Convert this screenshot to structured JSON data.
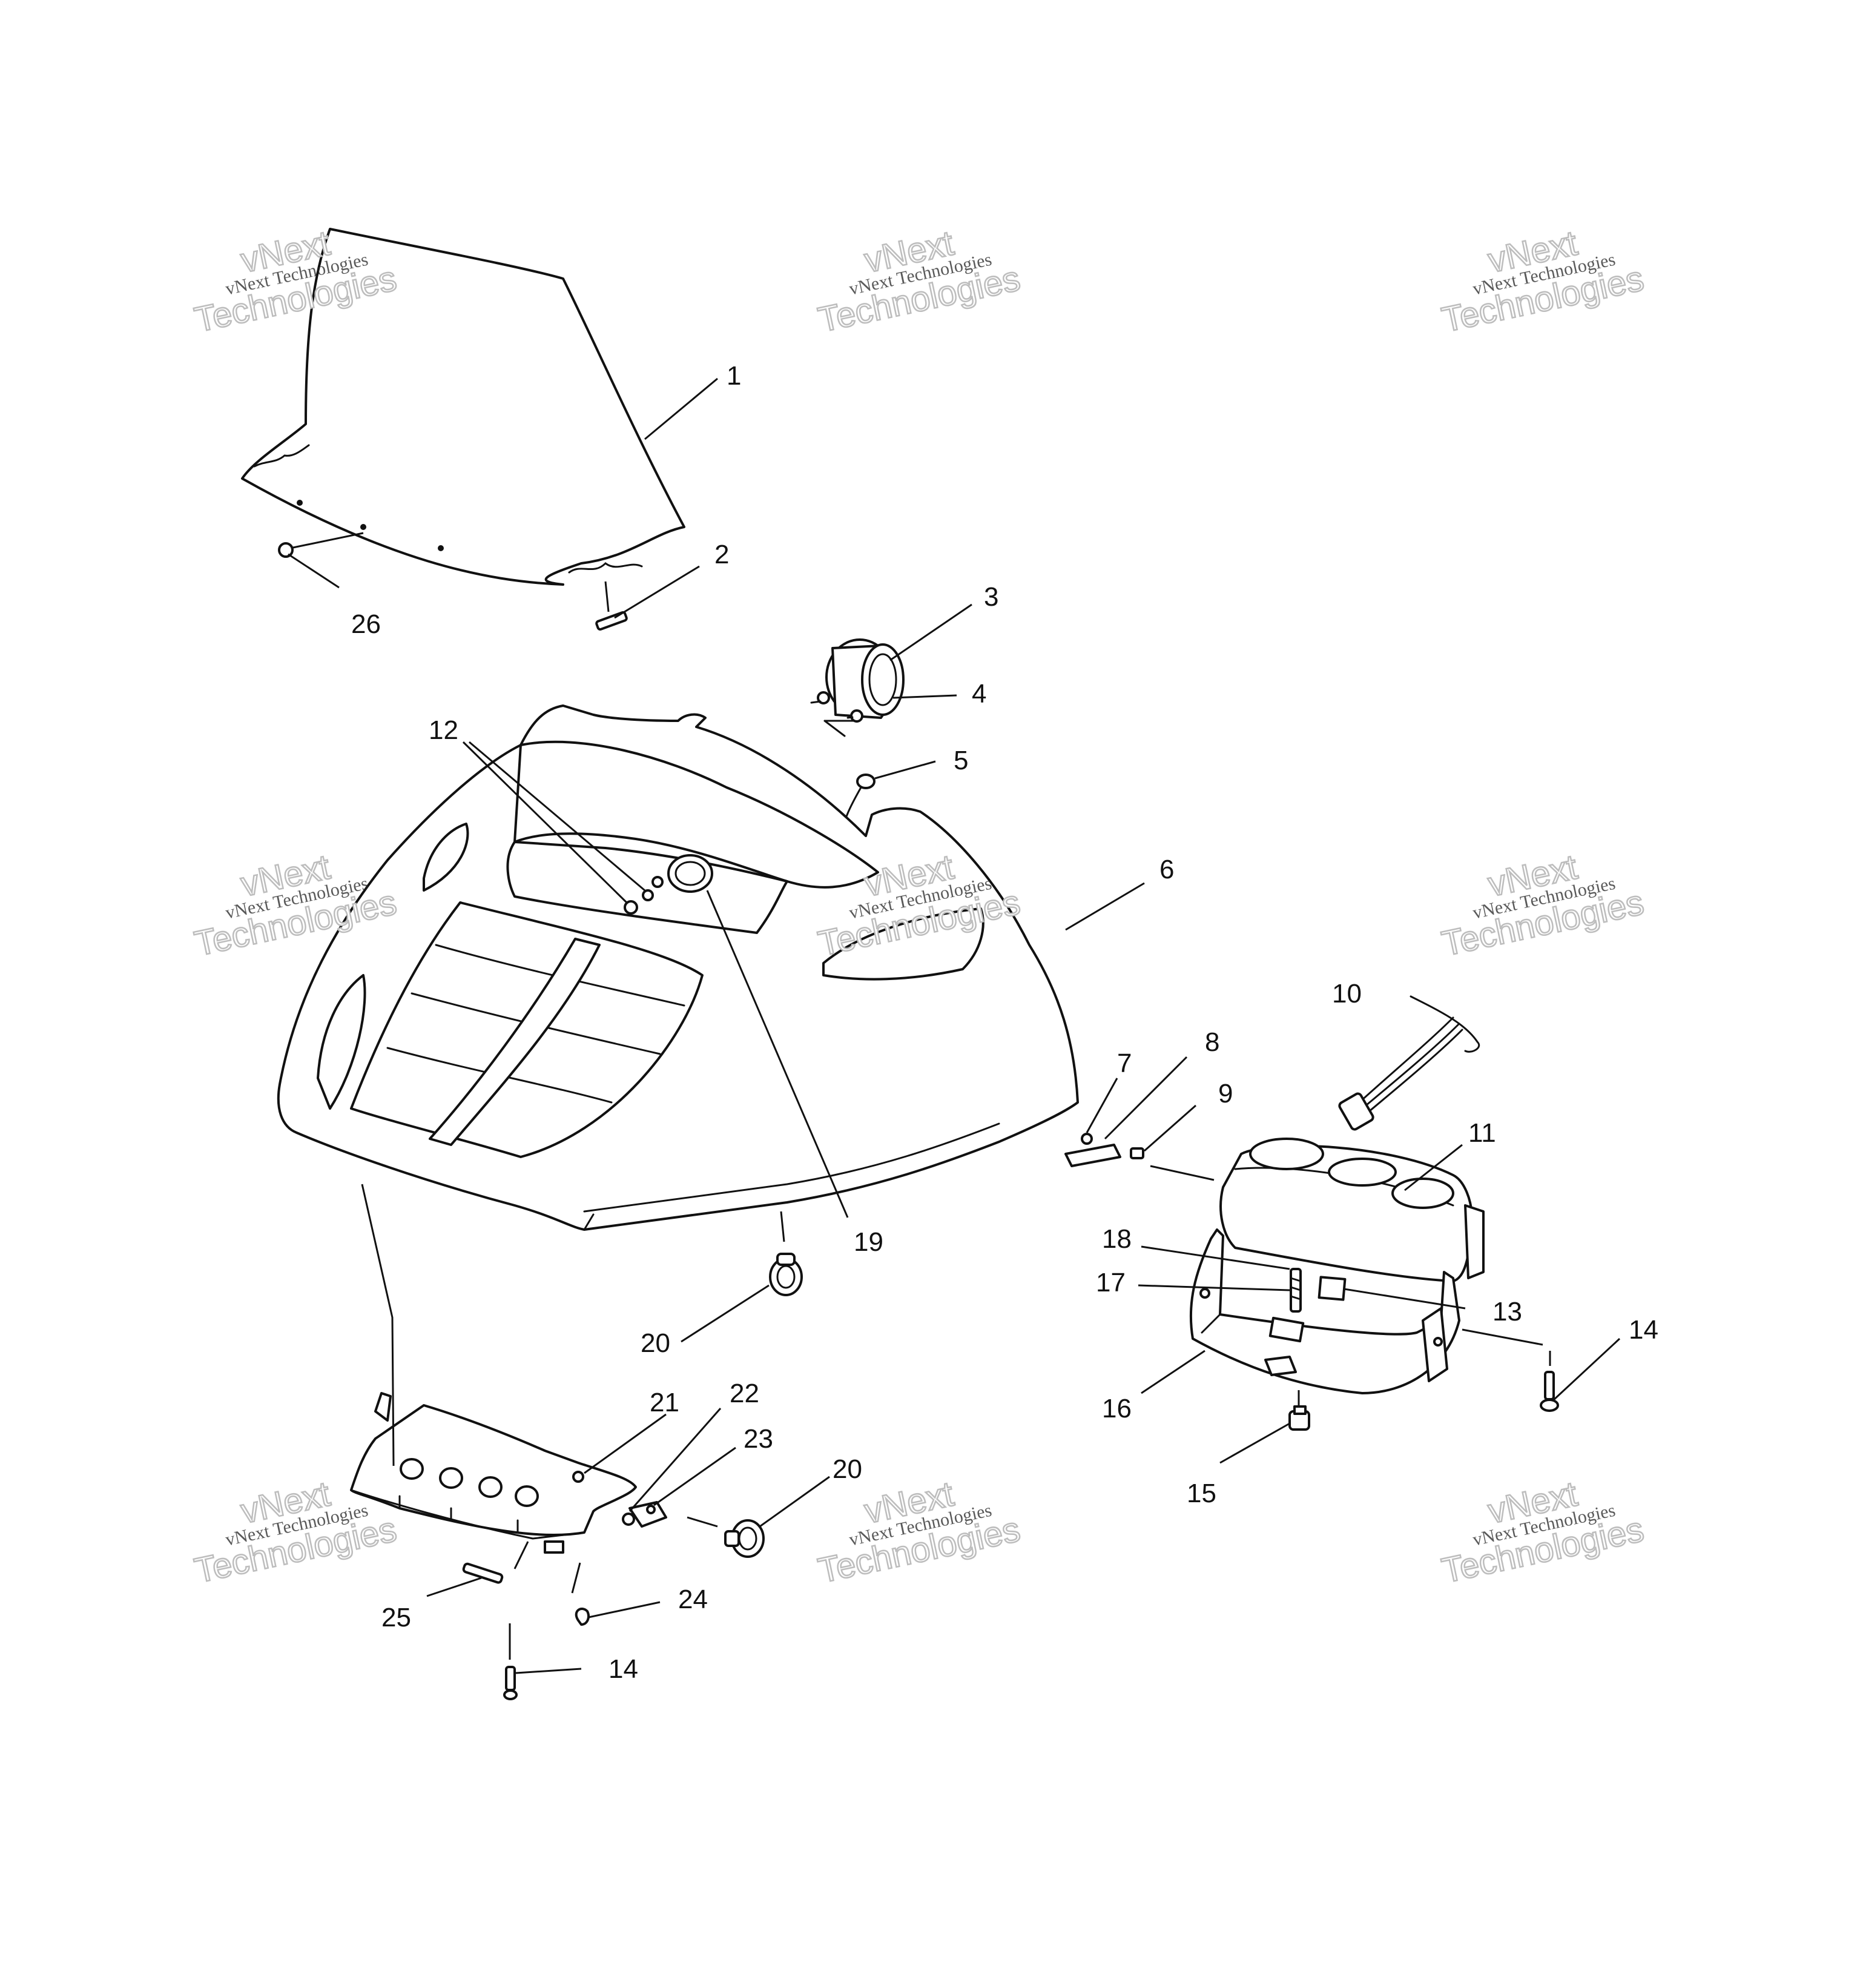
{
  "diagram": {
    "callouts": [
      "1",
      "2",
      "3",
      "4",
      "5",
      "6",
      "7",
      "8",
      "9",
      "10",
      "11",
      "12",
      "13",
      "14",
      "14",
      "15",
      "16",
      "17",
      "18",
      "19",
      "20",
      "20",
      "21",
      "22",
      "23",
      "24",
      "25",
      "26"
    ],
    "watermark": {
      "line1": "vNext Technologies",
      "big_top": "vNext",
      "big_bottom": "Technologies"
    }
  }
}
